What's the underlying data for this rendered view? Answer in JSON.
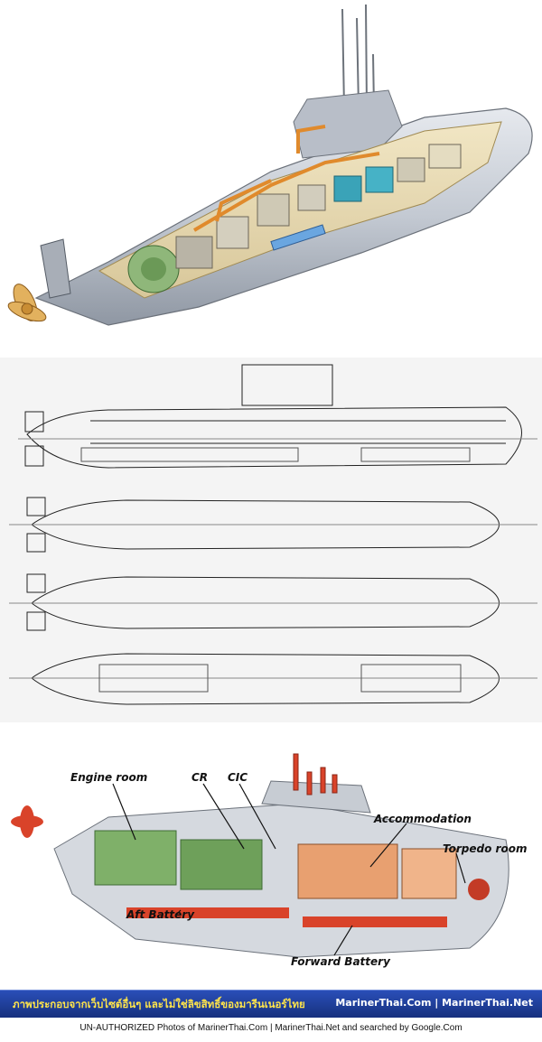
{
  "labels": {
    "engine_room": "Engine room",
    "cr": "CR",
    "cic": "CIC",
    "accommodation": "Accommodation",
    "torpedo_room": "Torpedo room",
    "aft_battery": "Aft Battery",
    "forward_battery": "Forward Battery"
  },
  "banner": {
    "left_text": "ภาพประกอบจากเว็บไซต์อื่นๆ และไม่ใช่ลิขสิทธิ์ของมารีนเนอร์ไทย",
    "right_text": "MarinerThai.Com | MarinerThai.Net"
  },
  "footer": {
    "text": "UN-AUTHORIZED Photos of MarinerThai.Com | MarinerThai.Net and searched by Google.Com"
  },
  "colors": {
    "hull_grey": "#c9ced6",
    "machinery_green": "#7fb069",
    "pipe_orange": "#e08a2c",
    "battery_red": "#d9432a",
    "banner_blue": "#1f3c95",
    "banner_yellow": "#ffe44a"
  }
}
